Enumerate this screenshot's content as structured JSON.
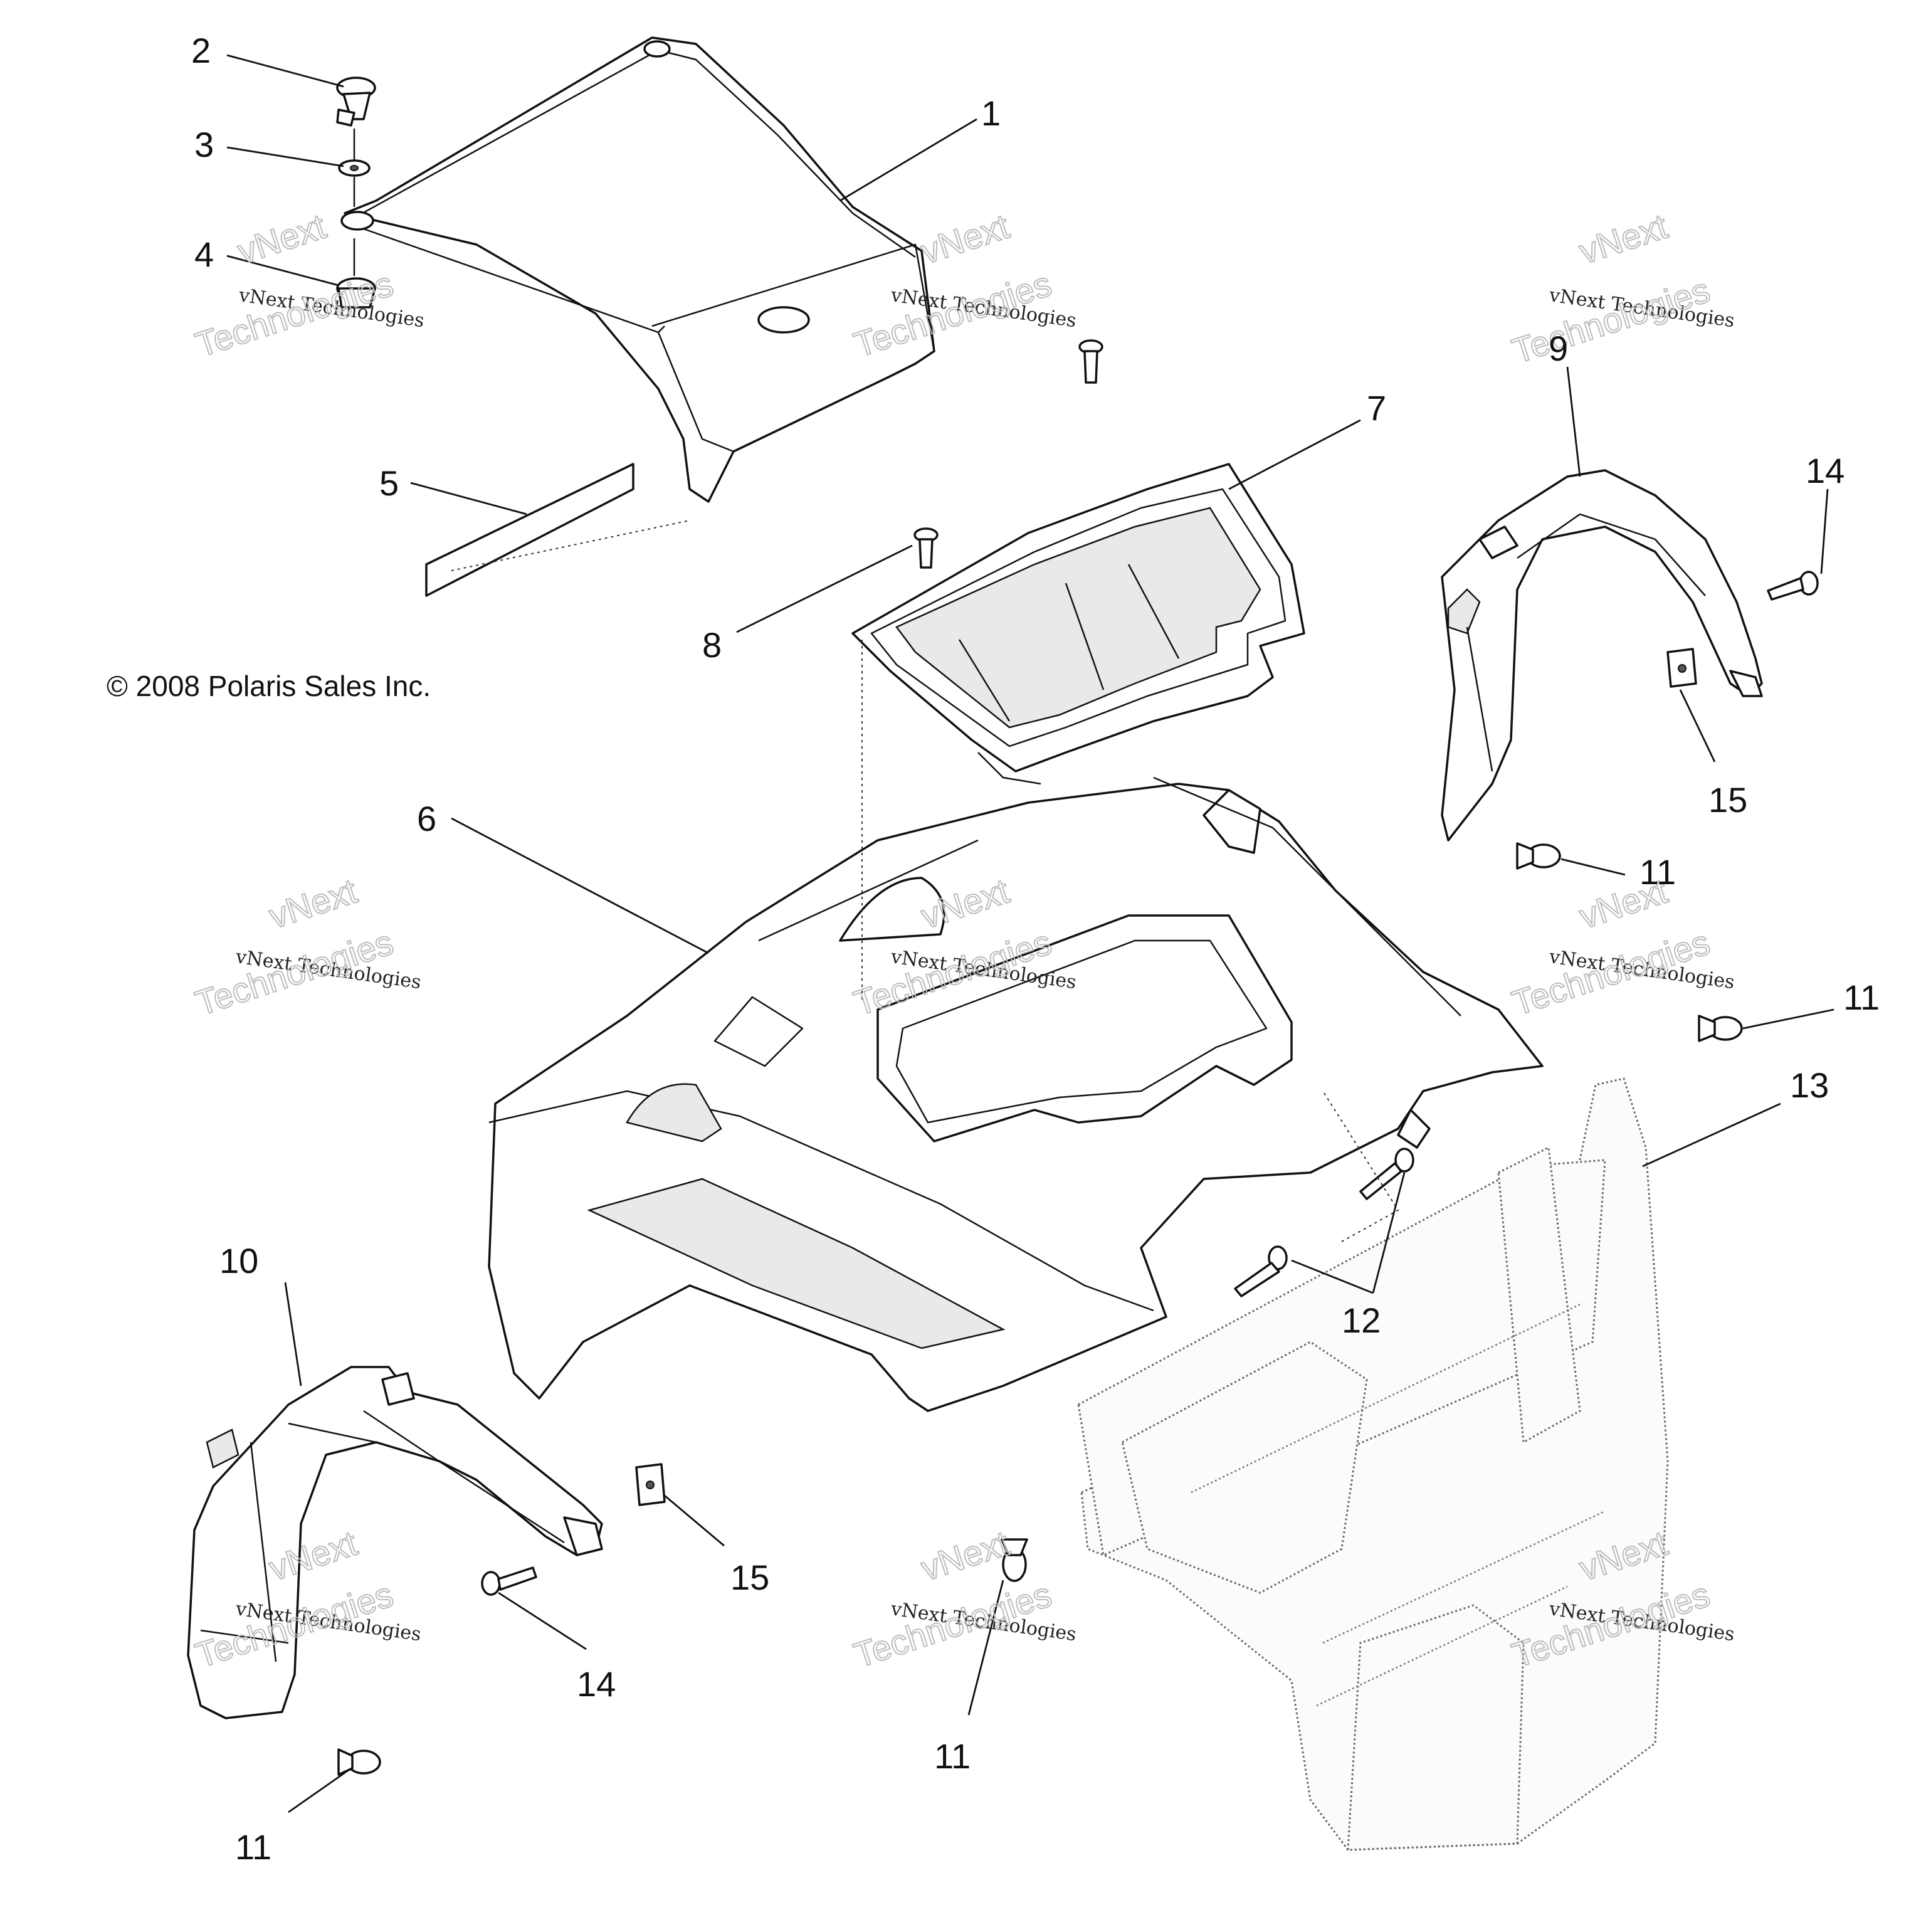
{
  "copyright": "© 2008 Polaris Sales Inc.",
  "callouts": [
    "1",
    "2",
    "3",
    "4",
    "5",
    "6",
    "7",
    "8",
    "9",
    "10",
    "11",
    "12",
    "13",
    "14",
    "15"
  ],
  "watermark": {
    "line1": "vNext",
    "line2": "vNext Technologies",
    "line3": "Technologies"
  },
  "parts": {
    "1": "rear-rack-cover",
    "2": "fastener-knob",
    "3": "washer",
    "4": "grommet",
    "5": "decal",
    "6": "rear-cab-body",
    "7": "storage-box",
    "8": "screw",
    "9": "right-rear-fender",
    "10": "left-rear-fender",
    "11": "push-rivet",
    "12": "screw",
    "13": "rear-rack",
    "14": "screw",
    "15": "clip-nut"
  }
}
